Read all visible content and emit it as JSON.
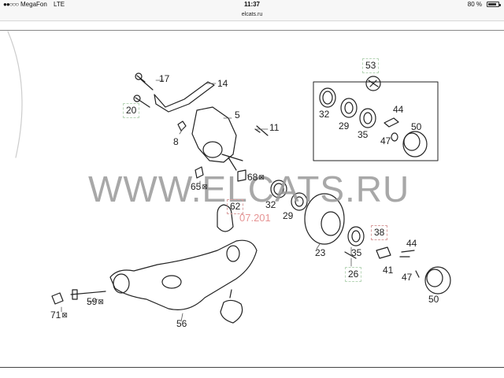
{
  "status_bar": {
    "signal": "●●○○○",
    "carrier": "MegaFon",
    "network": "LTE",
    "time": "11:37",
    "battery_percent": "80 %",
    "battery_level": 0.8
  },
  "url_bar": {
    "url": "elcats.ru"
  },
  "diagram": {
    "watermark": "WWW.ELCATS.RU",
    "date_stamp": "07.201",
    "callouts": [
      {
        "id": "53",
        "label": "53"
      },
      {
        "id": "17",
        "label": "17"
      },
      {
        "id": "14",
        "label": "14"
      },
      {
        "id": "20",
        "label": "20"
      },
      {
        "id": "5",
        "label": "5"
      },
      {
        "id": "11",
        "label": "11"
      },
      {
        "id": "8",
        "label": "8"
      },
      {
        "id": "32a",
        "label": "32"
      },
      {
        "id": "29a",
        "label": "29"
      },
      {
        "id": "35a",
        "label": "35"
      },
      {
        "id": "44a",
        "label": "44"
      },
      {
        "id": "50a",
        "label": "50"
      },
      {
        "id": "47a",
        "label": "47"
      },
      {
        "id": "68",
        "label": "68"
      },
      {
        "id": "65",
        "label": "65"
      },
      {
        "id": "62",
        "label": "62"
      },
      {
        "id": "32b",
        "label": "32"
      },
      {
        "id": "29b",
        "label": "29"
      },
      {
        "id": "38",
        "label": "38"
      },
      {
        "id": "44b",
        "label": "44"
      },
      {
        "id": "23",
        "label": "23"
      },
      {
        "id": "35b",
        "label": "35"
      },
      {
        "id": "41",
        "label": "41"
      },
      {
        "id": "26",
        "label": "26"
      },
      {
        "id": "47b",
        "label": "47"
      },
      {
        "id": "50b",
        "label": "50"
      },
      {
        "id": "59",
        "label": "59"
      },
      {
        "id": "71",
        "label": "71"
      },
      {
        "id": "56",
        "label": "56"
      }
    ]
  }
}
